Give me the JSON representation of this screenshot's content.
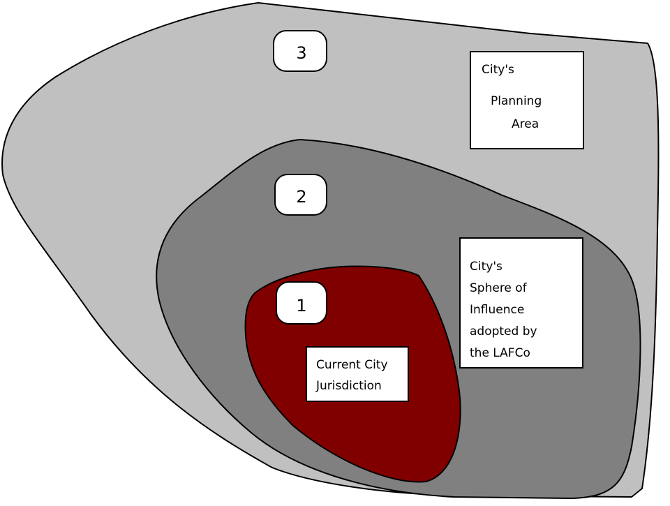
{
  "diagram": {
    "zones": [
      {
        "id": "planning-area",
        "number": "3",
        "fill": "#c0c0c0",
        "label_lines": [
          "City's",
          "Planning",
          "Area"
        ]
      },
      {
        "id": "sphere-of-influence",
        "number": "2",
        "fill": "#808080",
        "label_lines": [
          "City's",
          "Sphere of",
          "Influence",
          "adopted by",
          "the LAFCo"
        ]
      },
      {
        "id": "current-jurisdiction",
        "number": "1",
        "fill": "#800000",
        "label_lines": [
          "Current City",
          "Jurisdiction"
        ]
      }
    ],
    "colors": {
      "outline": "#000000",
      "label_box": "#ffffff",
      "background": "#ffffff"
    }
  }
}
